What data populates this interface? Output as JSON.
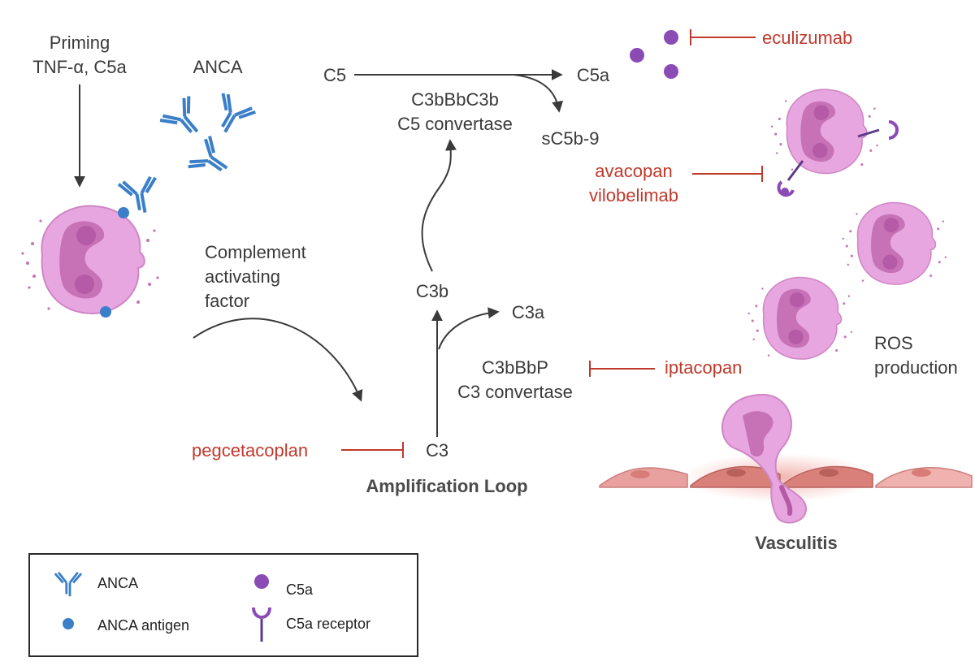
{
  "colors": {
    "arrow": "#3a3a3a",
    "inhibitor": "#c0392b",
    "anca": "#3b7fc9",
    "c5a": "#8a4bb5",
    "cell_body": "#e7a6df",
    "cell_nucleus": "#c771b6",
    "endothelium": "#e8a19f",
    "endothelium_inflamed": "#d9807a"
  },
  "labels": {
    "priming": "Priming",
    "priming_factors": "TNF-α, C5a",
    "anca_top": "ANCA",
    "complement_1": "Complement",
    "complement_2": "activating",
    "complement_3": "factor",
    "c5": "C5",
    "c5a": "C5a",
    "c5_convertase_1": "C3bBbC3b",
    "c5_convertase_2": "C5 convertase",
    "sc5b9": "sC5b-9",
    "c3b": "C3b",
    "c3a": "C3a",
    "c3_convertase_1": "C3bBbP",
    "c3_convertase_2": "C3 convertase",
    "c3": "C3",
    "amplification": "Amplification Loop",
    "ros_1": "ROS",
    "ros_2": "production",
    "vasculitis": "Vasculitis"
  },
  "drugs": {
    "eculizumab": "eculizumab",
    "avacopan": "avacopan",
    "vilobelimab": "vilobelimab",
    "iptacopan": "iptacopan",
    "pegcetacoplan": "pegcetacoplan"
  },
  "legend": {
    "anca": "ANCA",
    "anca_antigen": "ANCA antigen",
    "c5a": "C5a",
    "c5a_receptor": "C5a receptor"
  },
  "icons": [
    "anca-antibody-icon",
    "anca-antigen-icon",
    "c5a-molecule-icon",
    "c5a-receptor-icon",
    "neutrophil-icon",
    "endothelial-cell-icon"
  ]
}
